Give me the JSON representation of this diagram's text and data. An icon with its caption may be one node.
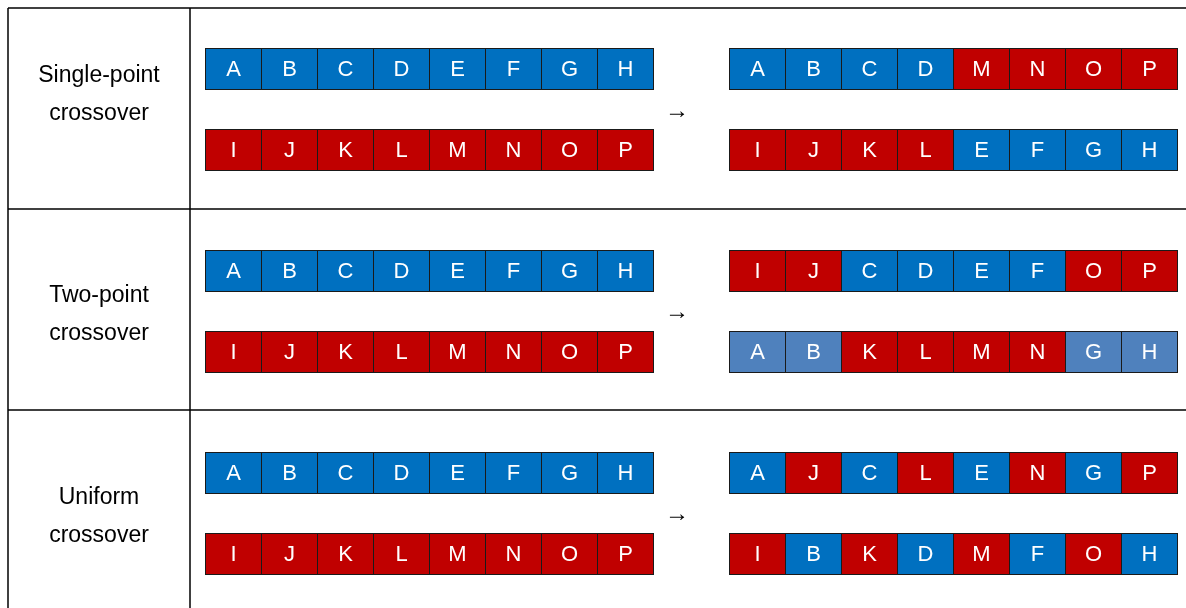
{
  "diagram": {
    "nodes": [
      {
        "text": [
          "Single-point crossover"
        ]
      },
      {
        "text": [
          "A"
        ]
      },
      {
        "text": [
          "B"
        ]
      },
      {
        "text": [
          "C"
        ]
      },
      {
        "text": [
          "D"
        ]
      },
      {
        "text": [
          "E"
        ]
      },
      {
        "text": [
          "F"
        ]
      },
      {
        "text": [
          "G"
        ]
      },
      {
        "text": [
          "H"
        ]
      },
      {
        "text": [
          "A"
        ]
      },
      {
        "text": [
          "B"
        ]
      },
      {
        "text": [
          "C"
        ]
      },
      {
        "text": [
          "D"
        ]
      },
      {
        "text": [
          "M"
        ]
      },
      {
        "text": [
          "N"
        ]
      },
      {
        "text": [
          "O"
        ]
      },
      {
        "text": [
          "P"
        ]
      },
      {
        "text": [
          "I"
        ]
      },
      {
        "text": [
          "J"
        ]
      },
      {
        "text": [
          "K"
        ]
      },
      {
        "text": [
          "L"
        ]
      },
      {
        "text": [
          "M"
        ]
      },
      {
        "text": [
          "N"
        ]
      },
      {
        "text": [
          "O"
        ]
      },
      {
        "text": [
          "P"
        ]
      },
      {
        "text": [
          "I"
        ]
      },
      {
        "text": [
          "J"
        ]
      },
      {
        "text": [
          "K"
        ]
      },
      {
        "text": [
          "L"
        ]
      },
      {
        "text": [
          "E"
        ]
      },
      {
        "text": [
          "F"
        ]
      },
      {
        "text": [
          "G"
        ]
      },
      {
        "text": [
          "H"
        ]
      },
      {
        "text": [
          "Two-point crossover"
        ]
      },
      {
        "text": [
          "A"
        ]
      },
      {
        "text": [
          "B"
        ]
      },
      {
        "text": [
          "C"
        ]
      },
      {
        "text": [
          "D"
        ]
      },
      {
        "text": [
          "E"
        ]
      },
      {
        "text": [
          "F"
        ]
      },
      {
        "text": [
          "G"
        ]
      },
      {
        "text": [
          "H"
        ]
      },
      {
        "text": [
          "I"
        ]
      },
      {
        "text": [
          "J"
        ]
      },
      {
        "text": [
          "C"
        ]
      },
      {
        "text": [
          "D"
        ]
      },
      {
        "text": [
          "E"
        ]
      },
      {
        "text": [
          "F"
        ]
      },
      {
        "text": [
          "O"
        ]
      },
      {
        "text": [
          "P"
        ]
      },
      {
        "text": [
          "I"
        ]
      },
      {
        "text": [
          "J"
        ]
      },
      {
        "text": [
          "K"
        ]
      },
      {
        "text": [
          "L"
        ]
      },
      {
        "text": [
          "M"
        ]
      },
      {
        "text": [
          "N"
        ]
      },
      {
        "text": [
          "O"
        ]
      },
      {
        "text": [
          "P"
        ]
      },
      {
        "text": [
          "A"
        ]
      },
      {
        "text": [
          "B"
        ]
      },
      {
        "text": [
          "K"
        ]
      },
      {
        "text": [
          "L"
        ]
      },
      {
        "text": [
          "M"
        ]
      },
      {
        "text": [
          "N"
        ]
      },
      {
        "text": [
          "G"
        ]
      },
      {
        "text": [
          "H"
        ]
      },
      {
        "text": [
          "Uniform crossover"
        ]
      },
      {
        "text": [
          "A"
        ]
      },
      {
        "text": [
          "B"
        ]
      },
      {
        "text": [
          "C"
        ]
      },
      {
        "text": [
          "D"
        ]
      },
      {
        "text": [
          "E"
        ]
      },
      {
        "text": [
          "F"
        ]
      },
      {
        "text": [
          "G"
        ]
      },
      {
        "text": [
          "H"
        ]
      },
      {
        "text": [
          "A"
        ]
      },
      {
        "text": [
          "J"
        ]
      },
      {
        "text": [
          "C"
        ]
      },
      {
        "text": [
          "L"
        ]
      },
      {
        "text": [
          "E"
        ]
      },
      {
        "text": [
          "N"
        ]
      },
      {
        "text": [
          "G"
        ]
      },
      {
        "text": [
          "P"
        ]
      },
      {
        "text": [
          "I"
        ]
      },
      {
        "text": [
          "J"
        ]
      },
      {
        "text": [
          "K"
        ]
      },
      {
        "text": [
          "L"
        ]
      },
      {
        "text": [
          "M"
        ]
      },
      {
        "text": [
          "N"
        ]
      },
      {
        "text": [
          "O"
        ]
      },
      {
        "text": [
          "P"
        ]
      },
      {
        "text": [
          "I"
        ]
      },
      {
        "text": [
          "B"
        ]
      },
      {
        "text": [
          "K"
        ]
      },
      {
        "text": [
          "D"
        ]
      },
      {
        "text": [
          "M"
        ]
      },
      {
        "text": [
          "F"
        ]
      },
      {
        "text": [
          "O"
        ]
      },
      {
        "text": [
          "H"
        ]
      }
    ],
    "labels": [
      "→",
      "→",
      "→"
    ]
  }
}
